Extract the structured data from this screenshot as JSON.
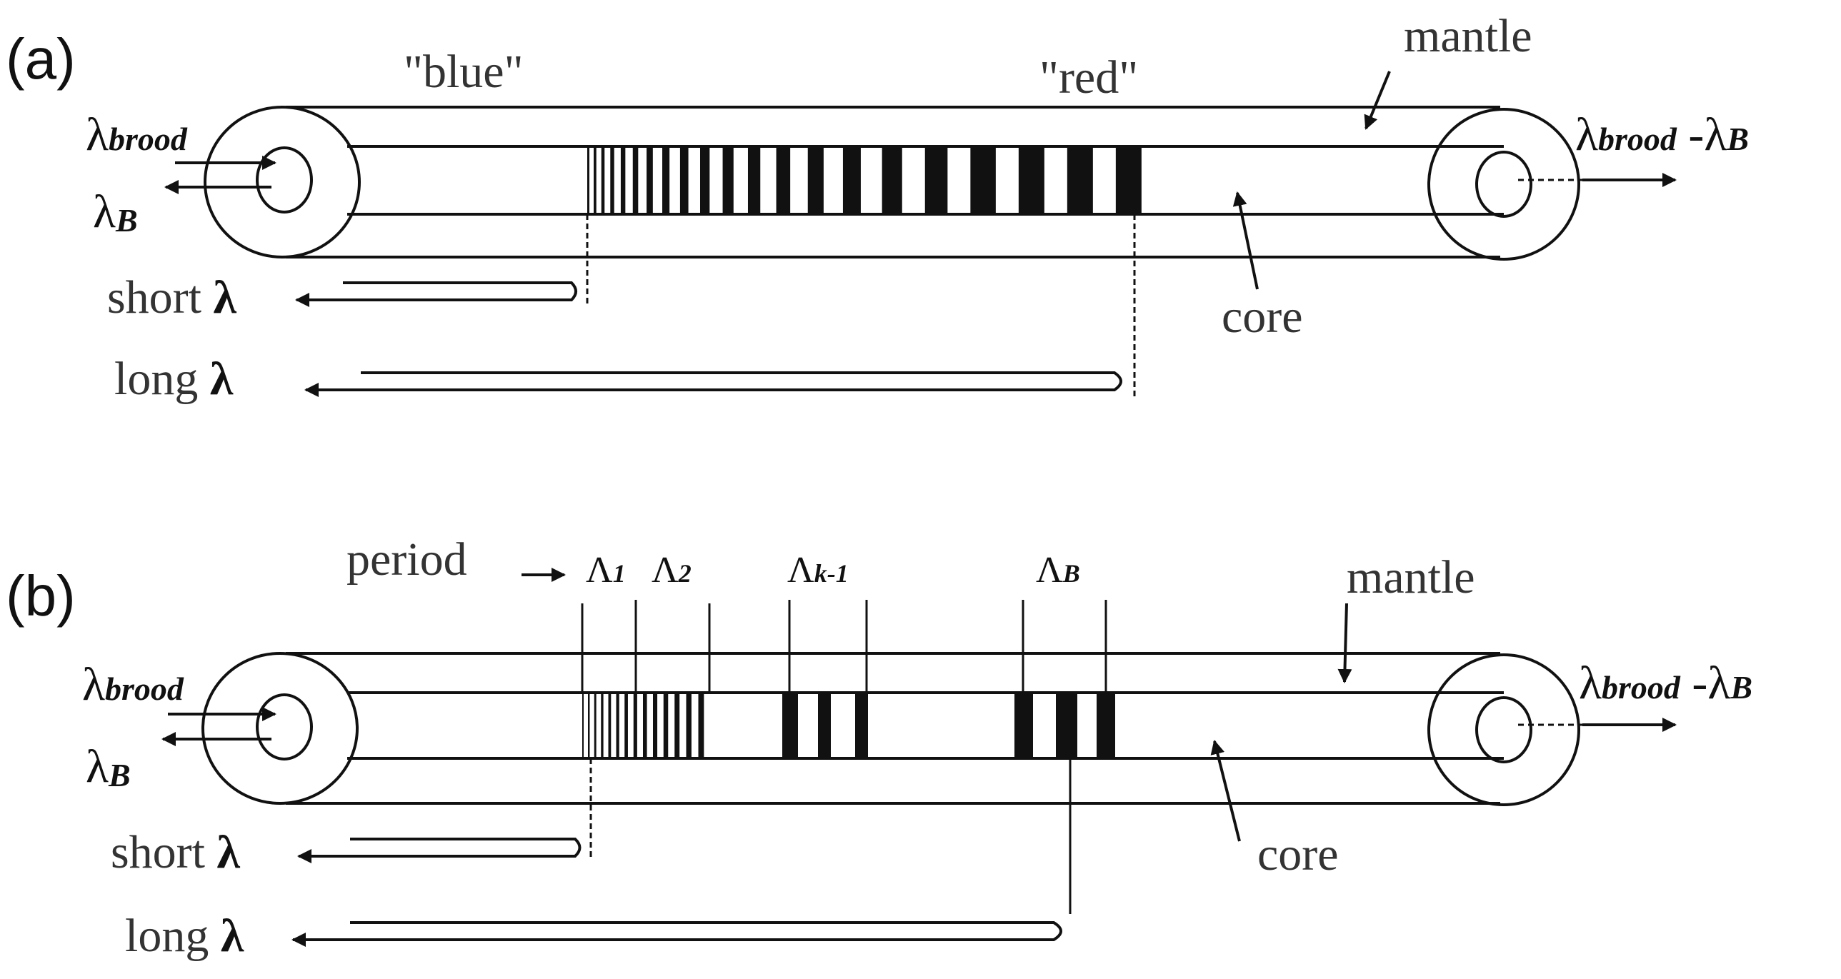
{
  "panel_a": {
    "label": "(a)",
    "blue_label": "\"blue\"",
    "red_label": "\"red\"",
    "mantle_label": "mantle",
    "core_label": "core",
    "input": {
      "sym": "λ",
      "sub": "brood"
    },
    "reflected": {
      "sym": "λ",
      "sub": "B"
    },
    "output": {
      "sym": "λ",
      "sub": "brood",
      "minus": " -λ",
      "sub2": "B"
    },
    "short_label": "short",
    "long_label": "long",
    "lambda_glyph": "λ"
  },
  "panel_b": {
    "label": "(b)",
    "period_label": "period",
    "mantle_label": "mantle",
    "core_label": "core",
    "periods": [
      {
        "sym": "Λ",
        "sub": "1"
      },
      {
        "sym": "Λ",
        "sub": "2"
      },
      {
        "sym": "Λ",
        "sub": "k-1"
      },
      {
        "sym": "Λ",
        "sub": "B"
      }
    ],
    "input": {
      "sym": "λ",
      "sub": "brood"
    },
    "reflected": {
      "sym": "λ",
      "sub": "B"
    },
    "output": {
      "sym": "λ",
      "sub": "brood",
      "minus": " -λ",
      "sub2": "B"
    },
    "short_label": "short",
    "long_label": "long",
    "lambda_glyph": "λ"
  }
}
